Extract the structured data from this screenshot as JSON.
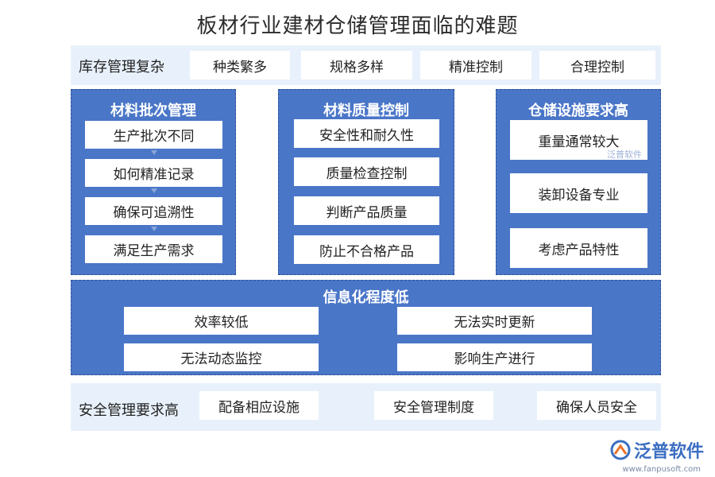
{
  "title": "板材行业建材仓储管理面临的难题",
  "inventory": {
    "label": "库存管理复杂",
    "items": [
      "种类繁多",
      "规格多样",
      "精准控制",
      "合理控制"
    ]
  },
  "batch": {
    "title": "材料批次管理",
    "items": [
      "生产批次不同",
      "如何精准记录",
      "确保可追溯性",
      "满足生产需求"
    ]
  },
  "quality": {
    "title": "材料质量控制",
    "items": [
      "安全性和耐久性",
      "质量检查控制",
      "判断产品质量",
      "防止不合格产品"
    ]
  },
  "facility": {
    "title": "仓储设施要求高",
    "items": [
      "重量通常较大",
      "装卸设备专业",
      "考虑产品特性"
    ]
  },
  "informatization": {
    "title": "信息化程度低",
    "items": [
      "效率较低",
      "无法实时更新",
      "无法动态监控",
      "影响生产进行"
    ]
  },
  "safety": {
    "label": "安全管理要求高",
    "items": [
      "配备相应设施",
      "安全管理制度",
      "确保人员安全"
    ]
  },
  "brand": {
    "name": "泛普软件",
    "url": "www.fanpusoft.com",
    "watermark": "泛普软件",
    "color": "#3b6ec2"
  },
  "colors": {
    "panel": "#4a76c8",
    "band": "#e8f1fb"
  }
}
